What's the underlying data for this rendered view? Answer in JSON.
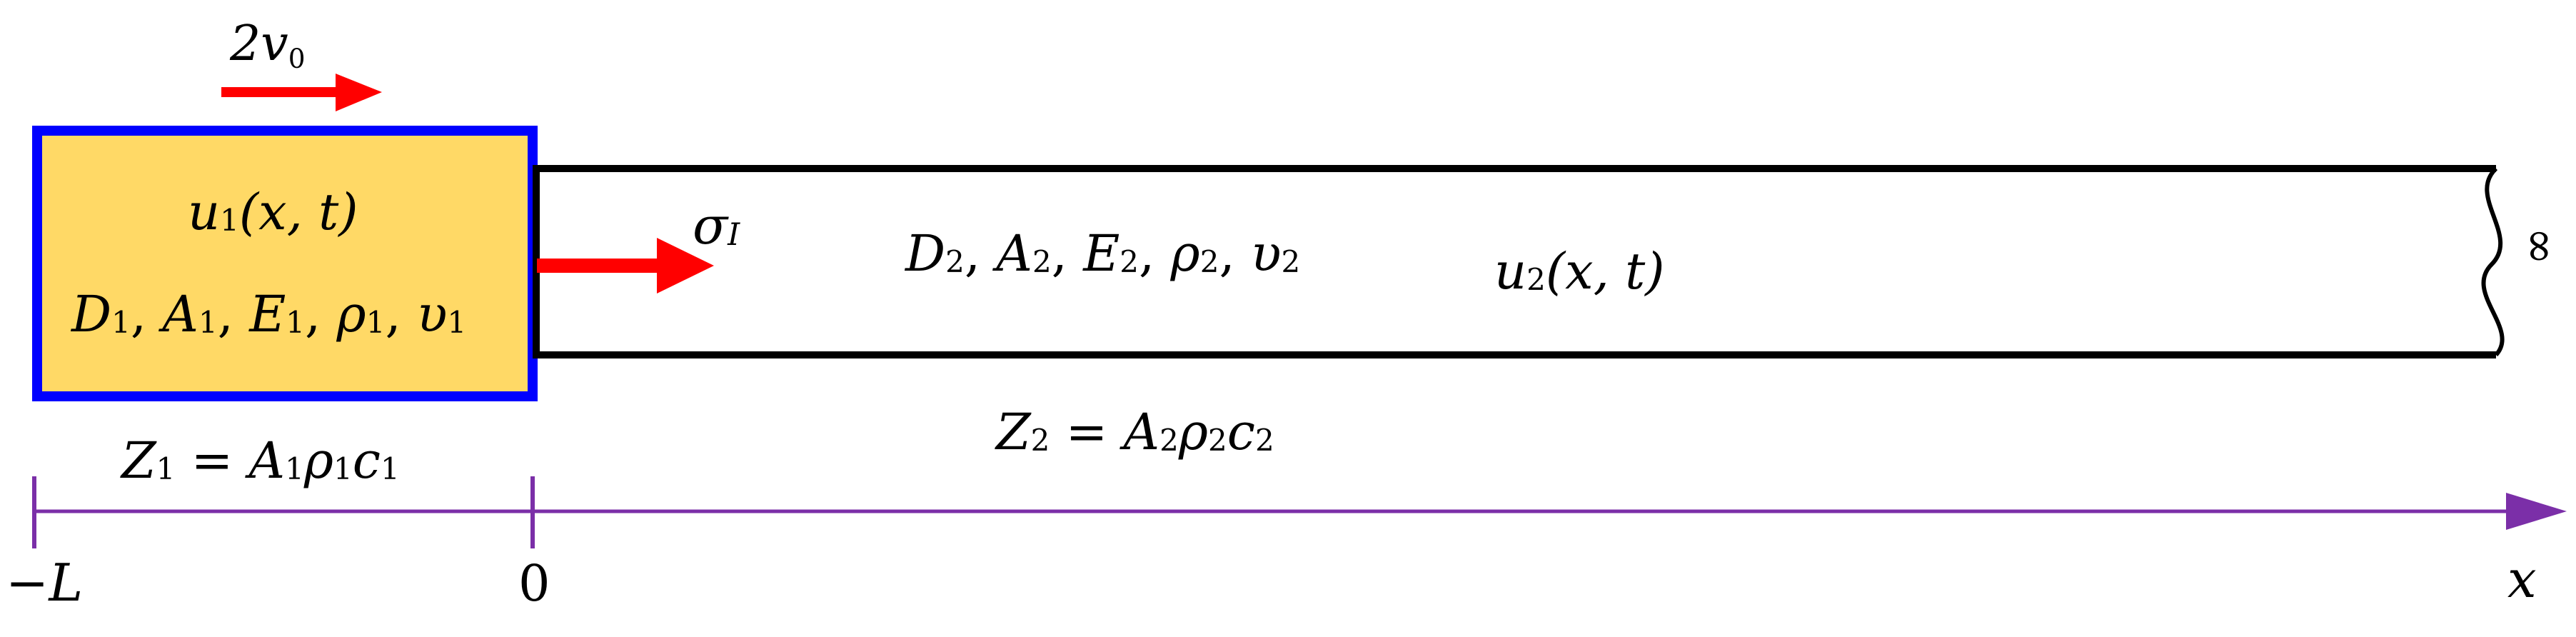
{
  "colors": {
    "bar1_fill": "#ffd966",
    "bar1_border": "#0000ff",
    "arrow_red": "#ff0000",
    "axis_purple": "#7b2fa8",
    "bar2_border": "#000000"
  },
  "velocity": {
    "main": "2v",
    "sub": "0"
  },
  "bar1": {
    "disp_fn": "u",
    "disp_sub": "1",
    "disp_args": "(x, t)",
    "props": [
      {
        "sym": "D",
        "sub": "1",
        "sep": ", "
      },
      {
        "sym": "A",
        "sub": "1",
        "sep": ", "
      },
      {
        "sym": "E",
        "sub": "1",
        "sep": ", "
      },
      {
        "sym": "ρ",
        "sub": "1",
        "sep": ", "
      },
      {
        "sym": "υ",
        "sub": "1",
        "sep": ""
      }
    ]
  },
  "stress": {
    "sym": "σ",
    "sub": "I"
  },
  "bar2": {
    "props": [
      {
        "sym": "D",
        "sub": "2",
        "sep": ", "
      },
      {
        "sym": "A",
        "sub": "2",
        "sep": ", "
      },
      {
        "sym": "E",
        "sub": "2",
        "sep": ", "
      },
      {
        "sym": "ρ",
        "sub": "2",
        "sep": ", "
      },
      {
        "sym": "υ",
        "sub": "2",
        "sep": ""
      }
    ],
    "disp_fn": "u",
    "disp_sub": "2",
    "disp_args": "(x, t)"
  },
  "infinity": "∞",
  "impedance1": {
    "lhs": "Z",
    "lhs_sub": "1",
    "eq": " = ",
    "a": "A",
    "a_sub": "1",
    "rho": "ρ",
    "rho_sub": "1",
    "c": "c",
    "c_sub": "1"
  },
  "impedance2": {
    "lhs": "Z",
    "lhs_sub": "2",
    "eq": " = ",
    "a": "A",
    "a_sub": "2",
    "rho": "ρ",
    "rho_sub": "2",
    "c": "c",
    "c_sub": "2"
  },
  "axis": {
    "left_label": "−L",
    "origin_label": "0",
    "x_label": "x"
  }
}
